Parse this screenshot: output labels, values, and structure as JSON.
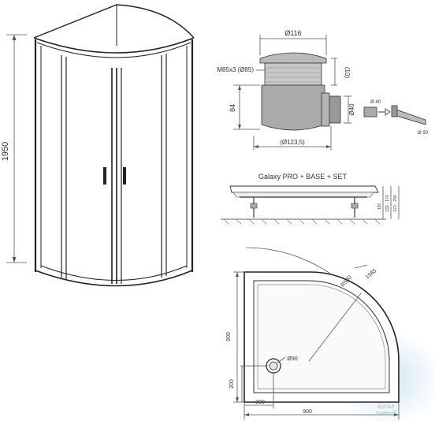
{
  "cabin": {
    "height_label": "1950"
  },
  "drain": {
    "top_width_label": "Ø116",
    "thread_label": "M85x3 (Ø85)",
    "cap_height_label": "(10)",
    "body_height_label": "84",
    "outlet_label": "Ø40",
    "bottom_width_label": "(Ø123,5)",
    "hose_small_label": "Ø 40",
    "hose_large_label": "Ø 50"
  },
  "tray_side": {
    "title": "Galaxy PRO + BASE + SET",
    "height_labels": [
      "120",
      "132 - 170",
      "172 - 230"
    ]
  },
  "tray_top": {
    "radius_label": "R500",
    "outer_radius_label": "1585",
    "depth_label": "900",
    "drain_label": "Ø90",
    "offset_vertical_label": "200",
    "offset_horizontal_label": "200",
    "width_label": "900"
  },
  "watermark": {
    "line1": "КОПАЛ",
    "line2": "ВАННЫЙ"
  },
  "colors": {
    "line": "#222222",
    "dimension": "#555555",
    "tray_fill": "#ffffff",
    "glow": "#c9e4f3"
  }
}
